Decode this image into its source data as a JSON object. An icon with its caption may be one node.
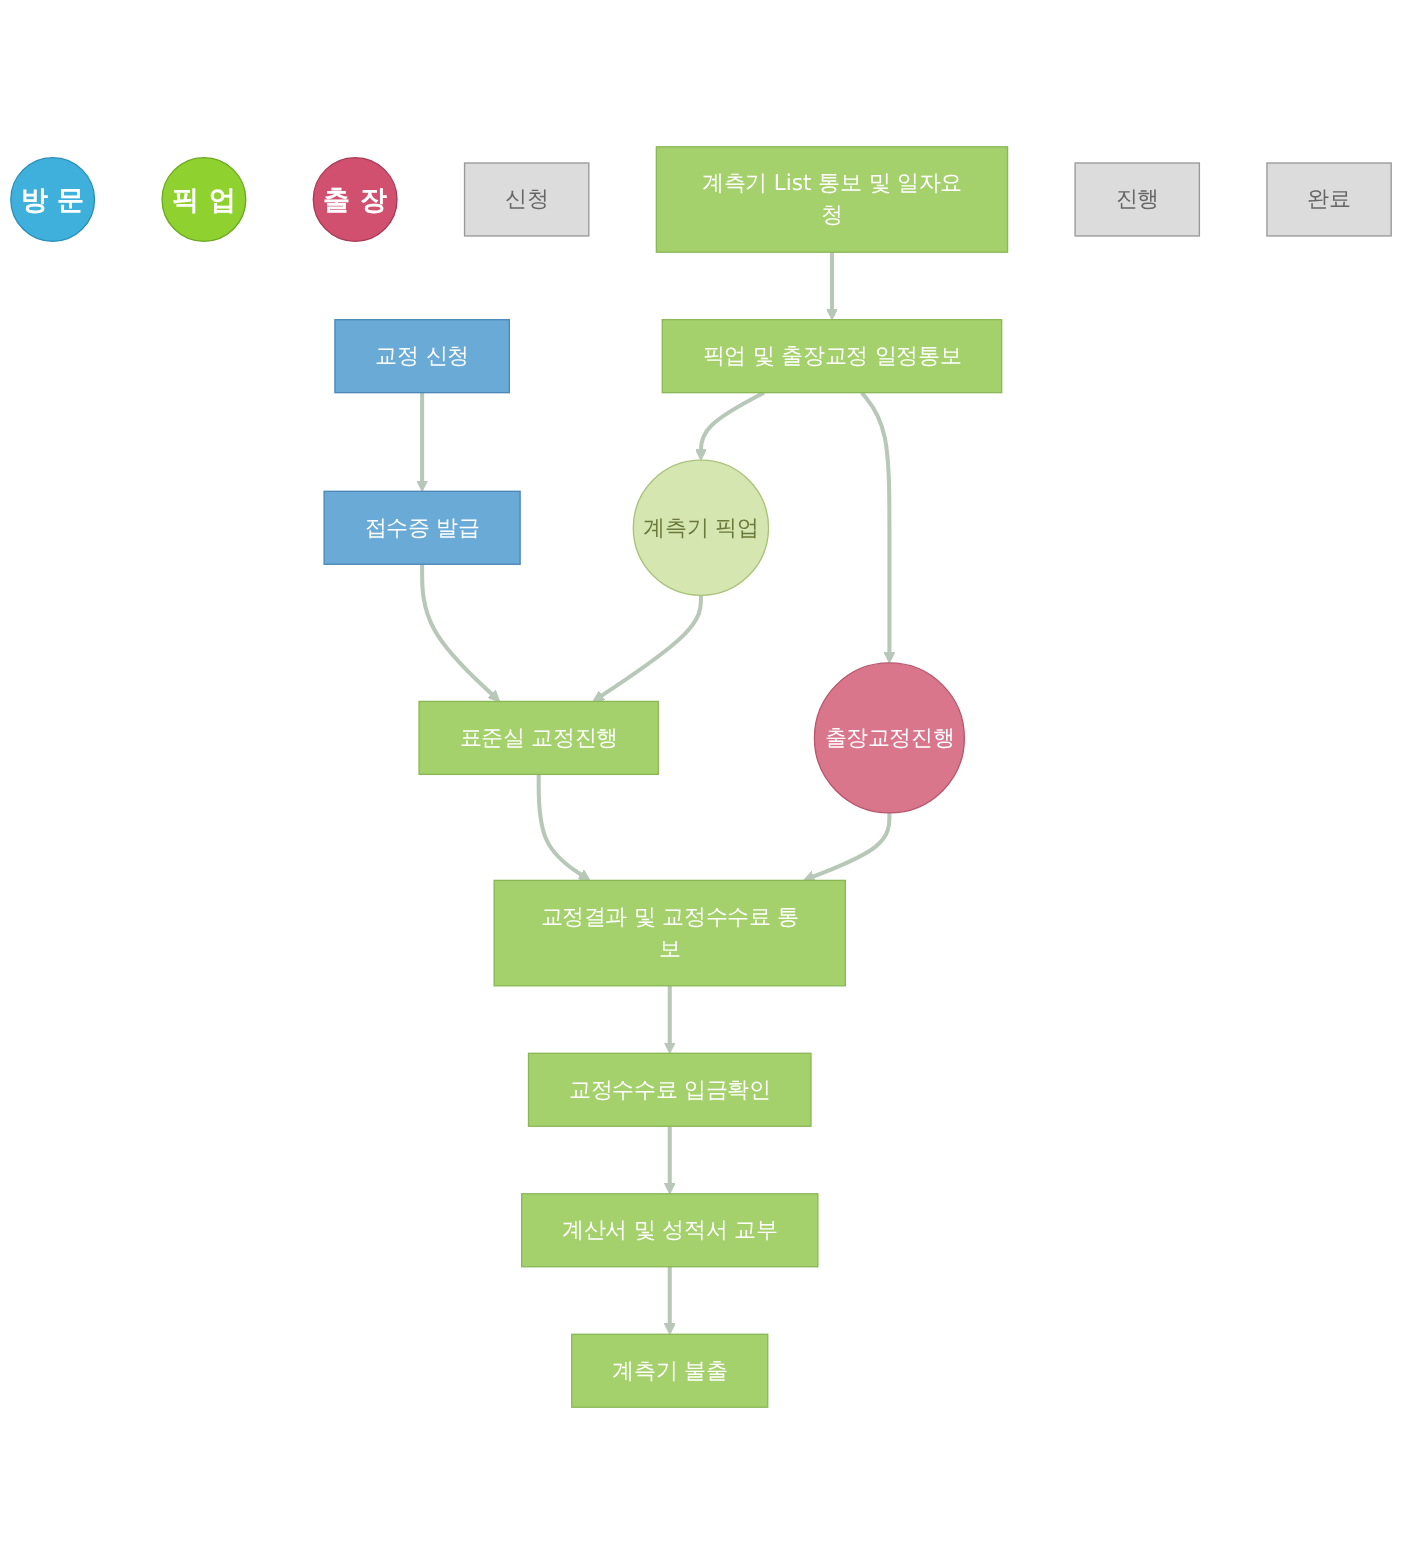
{
  "diagram": {
    "nodes": [
      {
        "text": [
          "방 문"
        ]
      },
      {
        "text": [
          "픽 업"
        ]
      },
      {
        "text": [
          "출 장"
        ]
      },
      {
        "text": [
          "신청"
        ]
      },
      {
        "text": [
          "교정 신청"
        ]
      },
      {
        "text": [
          "접수증 발급"
        ]
      },
      {
        "text": [
          "계측기 List 통보 및 일자요청"
        ]
      },
      {
        "text": [
          "픽업 및 출장교정 일정통보"
        ]
      },
      {
        "text": [
          "계측기 픽업"
        ]
      },
      {
        "text": [
          "출장교정진행"
        ]
      },
      {
        "text": [
          "진행"
        ]
      },
      {
        "text": [
          "표준실 교정진행"
        ]
      },
      {
        "text": [
          "교정결과 및 교정수수료 통보"
        ]
      },
      {
        "text": [
          "완료"
        ]
      },
      {
        "text": [
          "교정수수료 입금확인"
        ]
      },
      {
        "text": [
          "계산서 및 성적서 교부"
        ]
      },
      {
        "text": [
          "계측기 불출"
        ]
      }
    ],
    "edges": [
      {
        "from": 4,
        "to": 5,
        "arrow": "to"
      },
      {
        "from": 6,
        "to": 7,
        "arrow": "to"
      },
      {
        "from": 7,
        "to": 8,
        "arrow": "to"
      },
      {
        "from": 7,
        "to": 9,
        "arrow": "to"
      },
      {
        "from": 5,
        "to": 11,
        "arrow": "to"
      },
      {
        "from": 8,
        "to": 11,
        "arrow": "to"
      },
      {
        "from": 11,
        "to": 12,
        "arrow": "to"
      },
      {
        "from": 9,
        "to": 12,
        "arrow": "to"
      },
      {
        "from": 12,
        "to": 14,
        "arrow": "to"
      },
      {
        "from": 14,
        "to": 15,
        "arrow": "to"
      },
      {
        "from": 15,
        "to": 16,
        "arrow": "to"
      }
    ]
  }
}
